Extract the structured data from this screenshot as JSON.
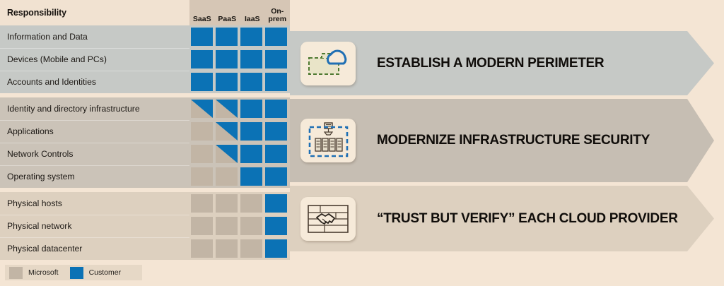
{
  "table": {
    "header": {
      "responsibility_label": "Responsibility",
      "columns": [
        "SaaS",
        "PaaS",
        "IaaS",
        "On-prem"
      ],
      "columns_display": [
        {
          "line1": "SaaS",
          "line2": ""
        },
        {
          "line1": "PaaS",
          "line2": ""
        },
        {
          "line1": "IaaS",
          "line2": ""
        },
        {
          "line1": "On-",
          "line2": "prem"
        }
      ]
    },
    "groups": [
      {
        "id": "establish-perimeter",
        "rows": [
          {
            "label": "Information and Data",
            "cells": [
              "customer",
              "customer",
              "customer",
              "customer"
            ]
          },
          {
            "label": "Devices (Mobile and PCs)",
            "cells": [
              "customer",
              "customer",
              "customer",
              "customer"
            ]
          },
          {
            "label": "Accounts and Identities",
            "cells": [
              "customer",
              "customer",
              "customer",
              "customer"
            ]
          }
        ]
      },
      {
        "id": "modernize-infrastructure",
        "rows": [
          {
            "label": "Identity and directory infrastructure",
            "cells": [
              "shared",
              "shared",
              "customer",
              "customer"
            ]
          },
          {
            "label": "Applications",
            "cells": [
              "microsoft",
              "shared",
              "customer",
              "customer"
            ]
          },
          {
            "label": "Network Controls",
            "cells": [
              "microsoft",
              "shared",
              "customer",
              "customer"
            ]
          },
          {
            "label": "Operating system",
            "cells": [
              "microsoft",
              "microsoft",
              "customer",
              "customer"
            ]
          }
        ]
      },
      {
        "id": "trust-but-verify",
        "rows": [
          {
            "label": "Physical hosts",
            "cells": [
              "microsoft",
              "microsoft",
              "microsoft",
              "customer"
            ]
          },
          {
            "label": "Physical network",
            "cells": [
              "microsoft",
              "microsoft",
              "microsoft",
              "customer"
            ]
          },
          {
            "label": "Physical datacenter",
            "cells": [
              "microsoft",
              "microsoft",
              "microsoft",
              "customer"
            ]
          }
        ]
      }
    ]
  },
  "legend": {
    "items": [
      {
        "label": "Microsoft",
        "color": "#c2b5a5",
        "key": "microsoft"
      },
      {
        "label": "Customer",
        "color": "#0b72b5",
        "key": "customer"
      }
    ]
  },
  "banners": [
    {
      "title": "ESTABLISH A MODERN PERIMETER",
      "icon": "cloud-perimeter-icon",
      "color": "#c6c9c6"
    },
    {
      "title": "MODERNIZE INFRASTRUCTURE SECURITY",
      "icon": "server-rack-icon",
      "color": "#c6beb3"
    },
    {
      "title": "“TRUST BUT VERIFY” EACH CLOUD PROVIDER",
      "icon": "handshake-contract-icon",
      "color": "#ddd0bf"
    }
  ],
  "colors": {
    "page_background": "#f4e5d4",
    "customer_blue": "#0b72b5",
    "microsoft_tan": "#c2b5a5",
    "header_tan": "#f1e2d1",
    "header_cols_tan": "#d6c6b5",
    "icon_green": "#4f7a32",
    "icon_blue": "#1f6fb4",
    "icon_brown": "#4a3c30"
  }
}
